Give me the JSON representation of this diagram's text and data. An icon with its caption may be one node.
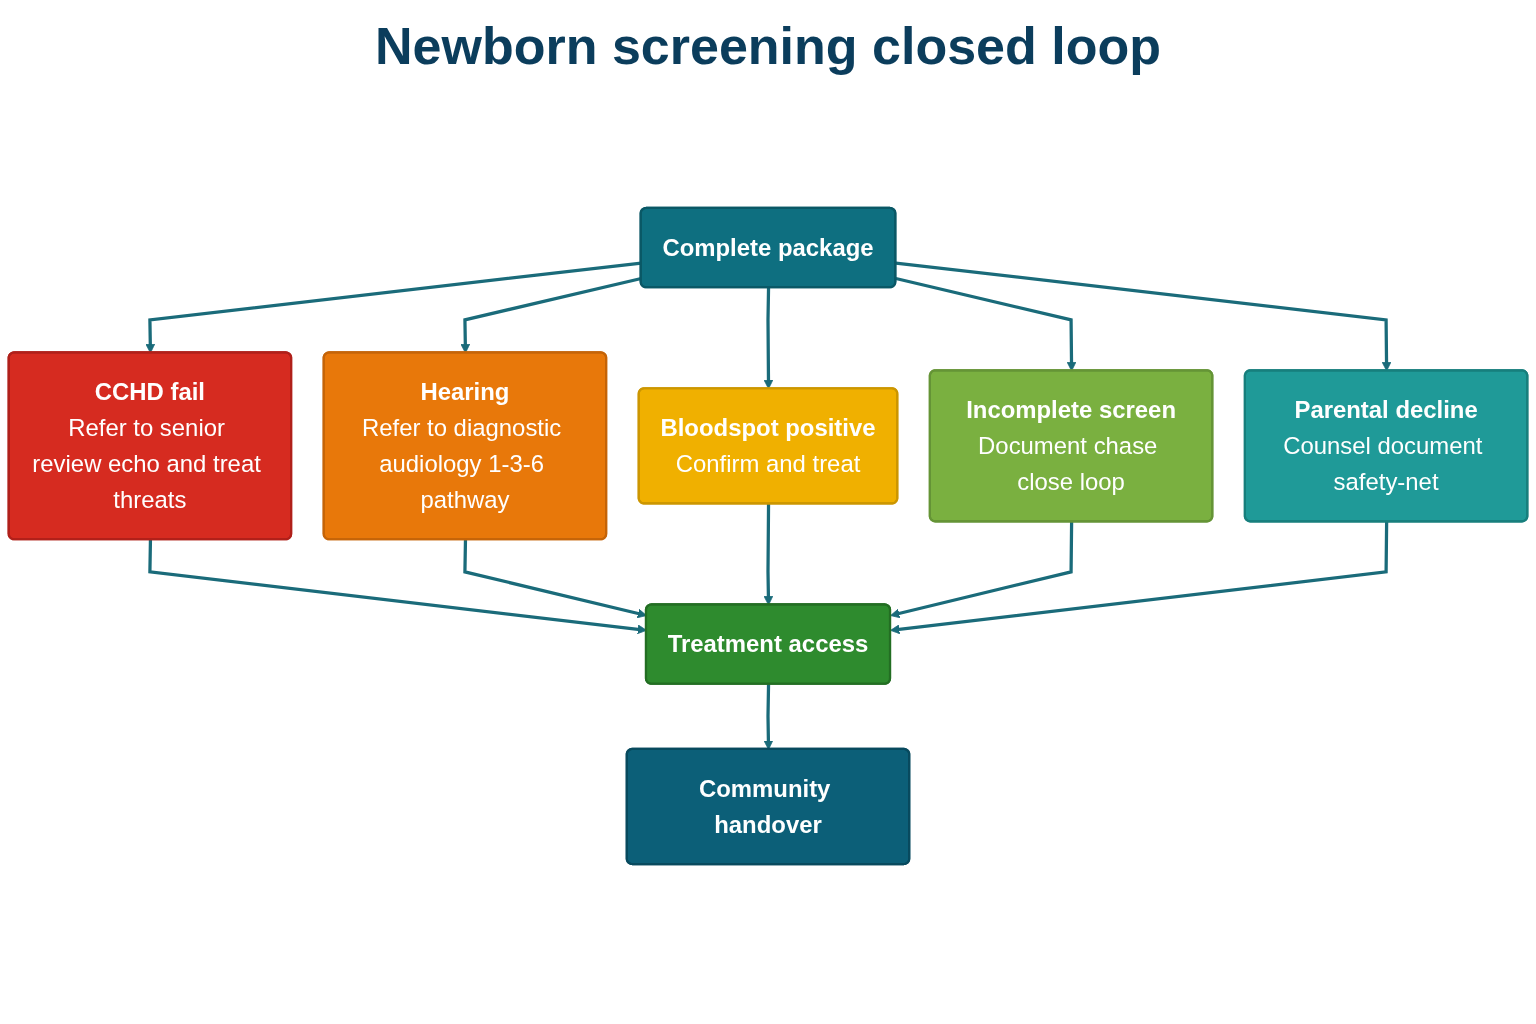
{
  "diagram": {
    "title": "Newborn screening closed loop",
    "nodes": [
      {
        "text": [
          "Complete package"
        ]
      },
      {
        "text": [
          "CCHD fail",
          "Refer to senior review echo and treat threats"
        ]
      },
      {
        "text": [
          "Hearing",
          "Refer to diagnostic audiology 1-3-6 pathway"
        ]
      },
      {
        "text": [
          "Bloodspot positive",
          "Confirm and treat"
        ]
      },
      {
        "text": [
          "Incomplete screen",
          "Document chase close loop"
        ]
      },
      {
        "text": [
          "Parental decline",
          "Counsel document safety-net"
        ]
      },
      {
        "text": [
          "Treatment access"
        ]
      },
      {
        "text": [
          "Community handover"
        ]
      }
    ],
    "edges": [
      {
        "from": 0,
        "to": 1,
        "arrow": "to"
      },
      {
        "from": 0,
        "to": 2,
        "arrow": "to"
      },
      {
        "from": 0,
        "to": 3,
        "arrow": "to"
      },
      {
        "from": 0,
        "to": 4,
        "arrow": "to"
      },
      {
        "from": 0,
        "to": 5,
        "arrow": "to"
      },
      {
        "from": 1,
        "to": 6,
        "arrow": "to"
      },
      {
        "from": 2,
        "to": 6,
        "arrow": "to"
      },
      {
        "from": 3,
        "to": 6,
        "arrow": "to"
      },
      {
        "from": 4,
        "to": 6,
        "arrow": "to"
      },
      {
        "from": 5,
        "to": 6,
        "arrow": "to"
      },
      {
        "from": 6,
        "to": 7,
        "arrow": "to"
      }
    ]
  }
}
